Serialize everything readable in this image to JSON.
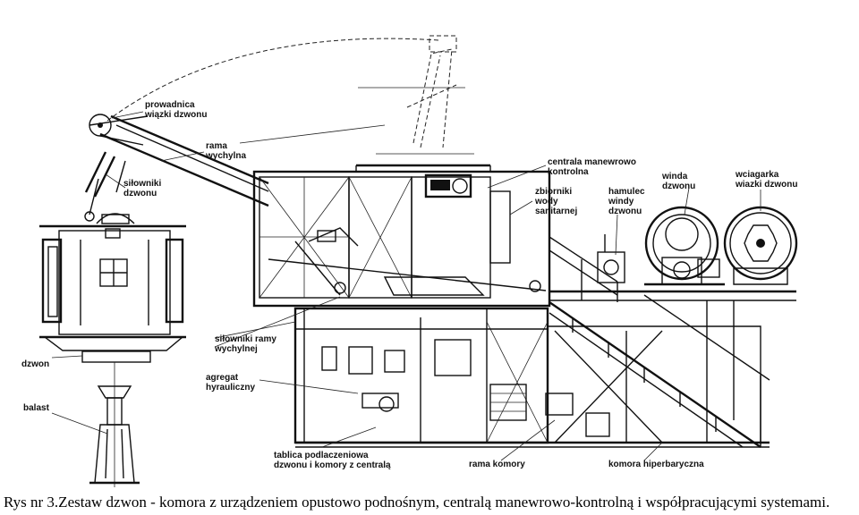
{
  "labels": {
    "prowadnica": [
      "prowadnica",
      "wiązki dzwonu"
    ],
    "rama_wychylna": [
      "rama",
      "wychylna"
    ],
    "silowniki_dzwonu": [
      "siłowniki",
      "dzwonu"
    ],
    "centrala": [
      "centrala manewrowo",
      "kontrolna"
    ],
    "zbiorniki": [
      "zbiorniki",
      "wody",
      "sanitarnej"
    ],
    "hamulec": [
      "hamulec",
      "windy",
      "dzwonu"
    ],
    "winda": [
      "winda",
      "dzwonu"
    ],
    "wciagarka": [
      "wciagarka",
      "wiazki dzwonu"
    ],
    "silowniki_ramy": [
      "siłowniki ramy",
      "wychylnej"
    ],
    "dzwon": [
      "dzwon"
    ],
    "agregat": [
      "agregat",
      "hyrauliczny"
    ],
    "balast": [
      "balast"
    ],
    "tablica": [
      "tablica podlaczeniowa",
      "dzwonu i komory z centralą"
    ],
    "rama_komory": [
      "rama komory"
    ],
    "komora": [
      "komora hiperbaryczna"
    ]
  },
  "caption": "Rys nr 3.Zestaw dzwon - komora z urządzeniem opustowo podnośnym, centralą manewrowo-kontrolną i współpracującymi systemami."
}
